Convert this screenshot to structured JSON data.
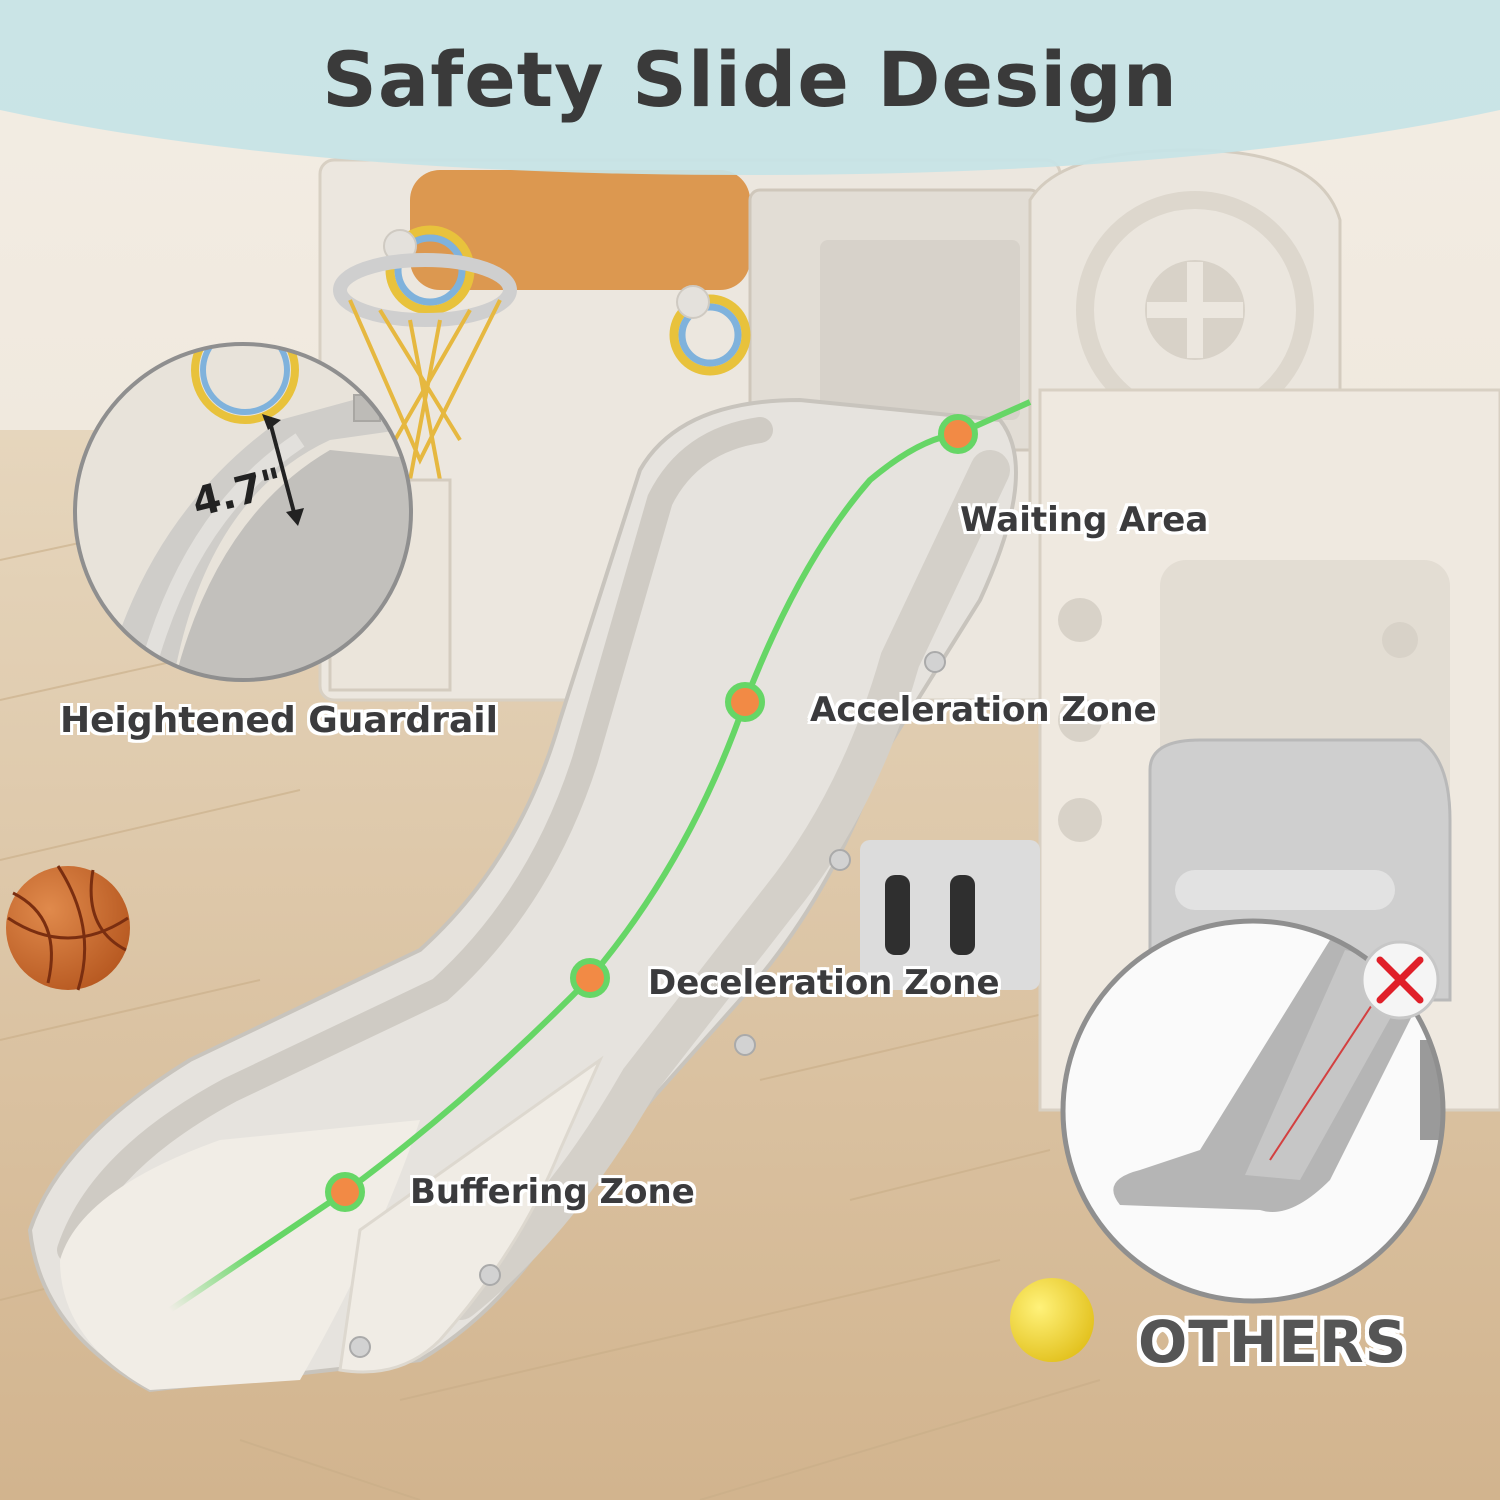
{
  "title": "Safety Slide Design",
  "guardrail": {
    "label": "Heightened Guardrail",
    "measurement": "4.7\""
  },
  "zones": [
    {
      "label": "Waiting Area"
    },
    {
      "label": "Acceleration Zone"
    },
    {
      "label": "Deceleration Zone"
    },
    {
      "label": "Buffering Zone"
    }
  ],
  "comparison": {
    "label": "OTHERS",
    "mark": "cross-icon"
  },
  "colors": {
    "banner": "#c6e3e6",
    "path_line": "#66d666",
    "path_dot": "#f28a45",
    "text": "#3b3b3d",
    "cross": "#e0202a",
    "floor": "#dcc6a6"
  }
}
